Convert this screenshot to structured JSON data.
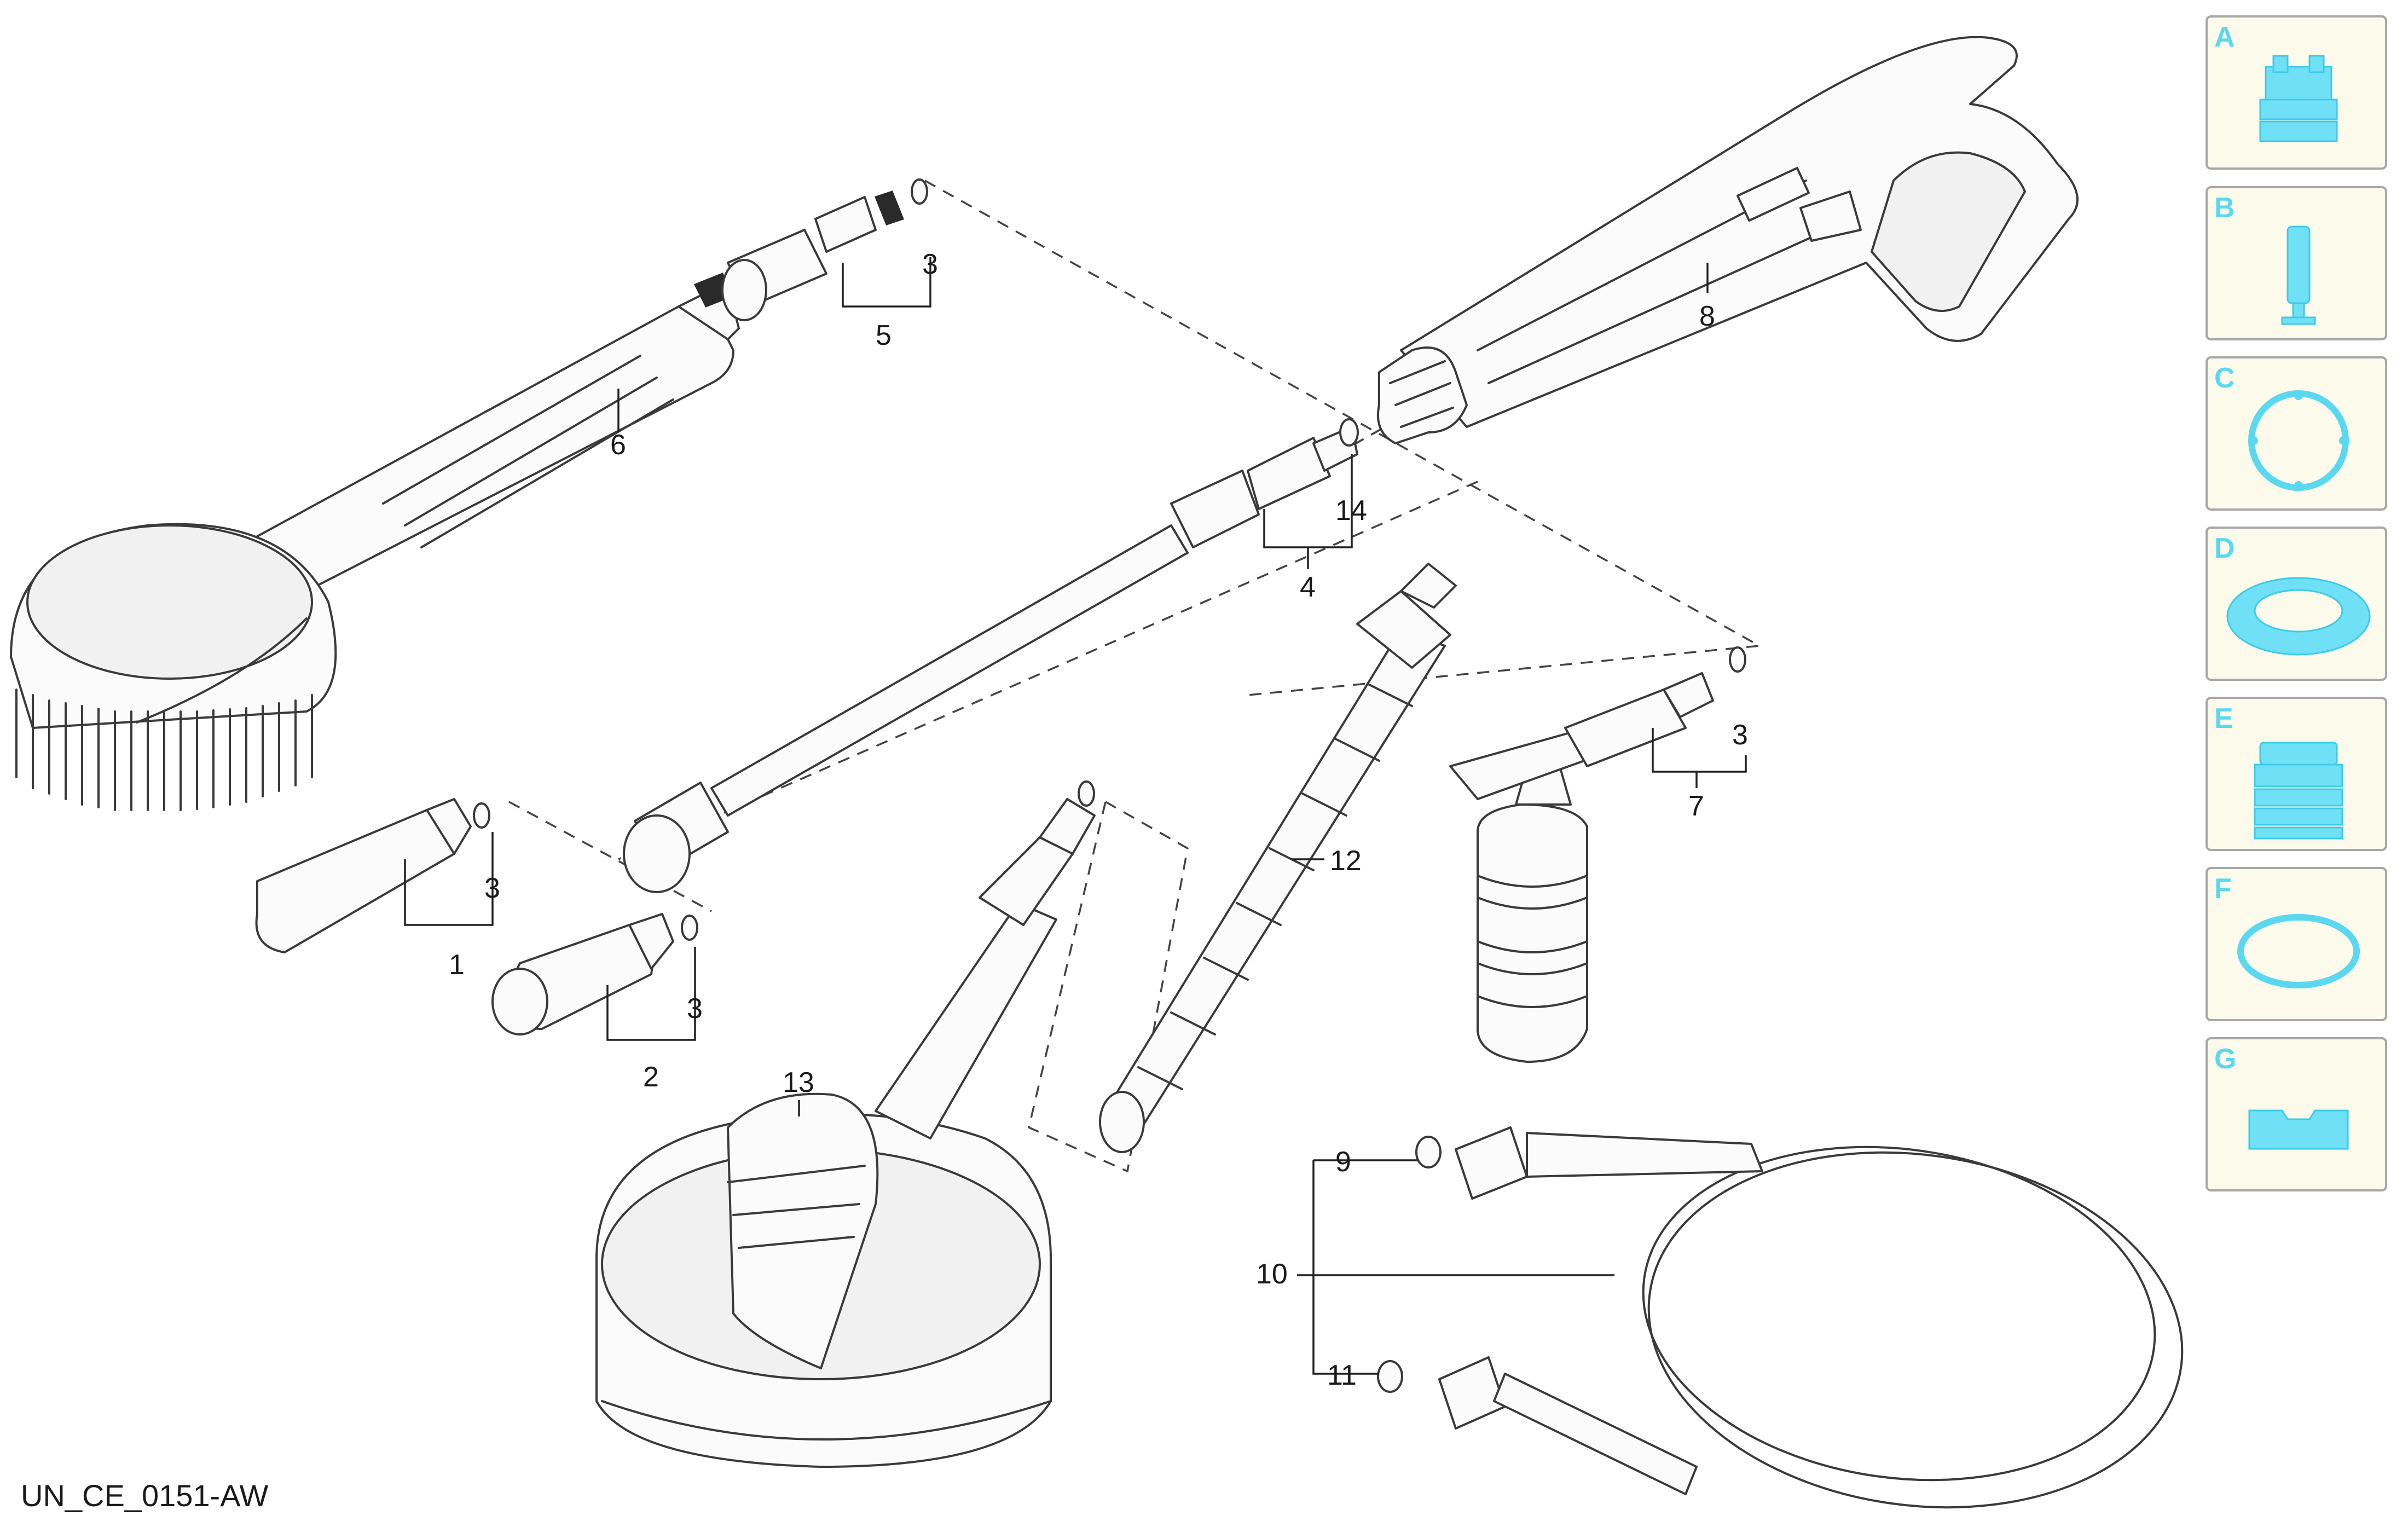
{
  "diagram_code": "UN_CE_0151-AW",
  "callouts": {
    "c1": "1",
    "c2": "2",
    "c3a": "3",
    "c3b": "3",
    "c3c": "3",
    "c3d": "3",
    "c4": "4",
    "c5": "5",
    "c6": "6",
    "c7": "7",
    "c8": "8",
    "c9": "9",
    "c10": "10",
    "c11": "11",
    "c12": "12",
    "c13": "13",
    "c14": "14"
  },
  "legend": [
    {
      "letter": "A",
      "icon": "quick-coupling-icon"
    },
    {
      "letter": "B",
      "icon": "nozzle-insert-icon"
    },
    {
      "letter": "C",
      "icon": "o-ring-icon"
    },
    {
      "letter": "D",
      "icon": "gasket-ring-icon"
    },
    {
      "letter": "E",
      "icon": "threaded-nut-icon"
    },
    {
      "letter": "F",
      "icon": "seal-ring-icon"
    },
    {
      "letter": "G",
      "icon": "bracket-icon"
    }
  ],
  "colors": {
    "legend_accent": "#5ad8f0",
    "legend_bg": "#fcfaeb",
    "line": "#3a3a3a"
  }
}
